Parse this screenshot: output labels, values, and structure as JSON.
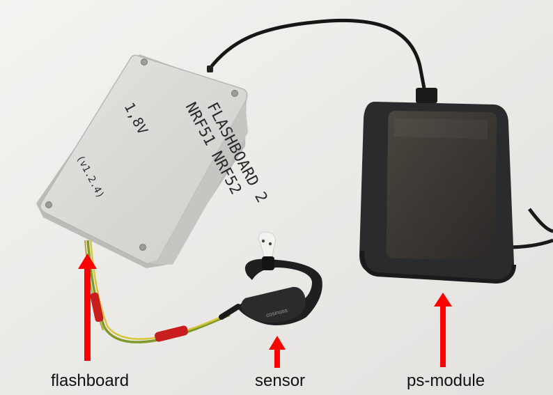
{
  "labels": {
    "flashboard": "flashboard",
    "sensor": "sensor",
    "ps_module": "ps-module"
  },
  "box_marking": {
    "line1": "FLASHBOARD 2",
    "line2": "NRF51  NRF52",
    "voltage": "1,8V",
    "version": "(v1.2.4)"
  },
  "sensor_brand": "cosinuss",
  "colors": {
    "arrow": "#ff0000",
    "box": "#d6d5d1",
    "device": "#2a2b2d",
    "wire_green": "#8a9a2a",
    "wire_yellow": "#d8c23a",
    "sleeve": "#c81e1e"
  }
}
